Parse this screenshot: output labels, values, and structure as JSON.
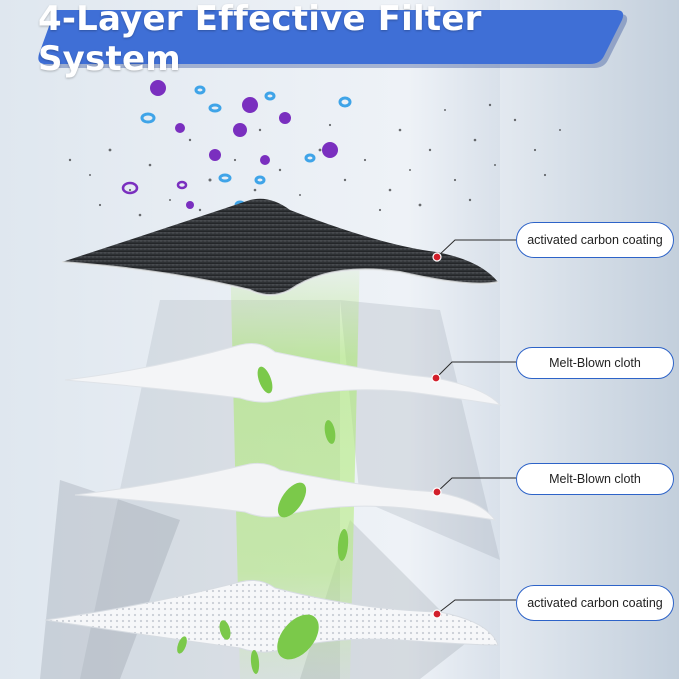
{
  "title": "4-Layer Effective Filter System",
  "colors": {
    "banner": "#3f6fd6",
    "banner_shadow": "#1f3f8f",
    "label_border": "#2d63c8",
    "marker": "#d21f2b",
    "carbon_layer": "#2f3134",
    "meltblown_layer": "#f4f5f7",
    "mesh_layer": "#f7f8fa",
    "leaf": "#7bc94a",
    "particle_purple": "#7a2fbf",
    "particle_blue": "#3fa4e8"
  },
  "layers": [
    {
      "label": "activated carbon coating",
      "icon": "carbon-cloth-layer"
    },
    {
      "label": "Melt-Blown cloth",
      "icon": "meltblown-cloth-layer"
    },
    {
      "label": "Melt-Blown cloth",
      "icon": "meltblown-cloth-layer"
    },
    {
      "label": "activated carbon coating",
      "icon": "mesh-cloth-layer"
    }
  ]
}
